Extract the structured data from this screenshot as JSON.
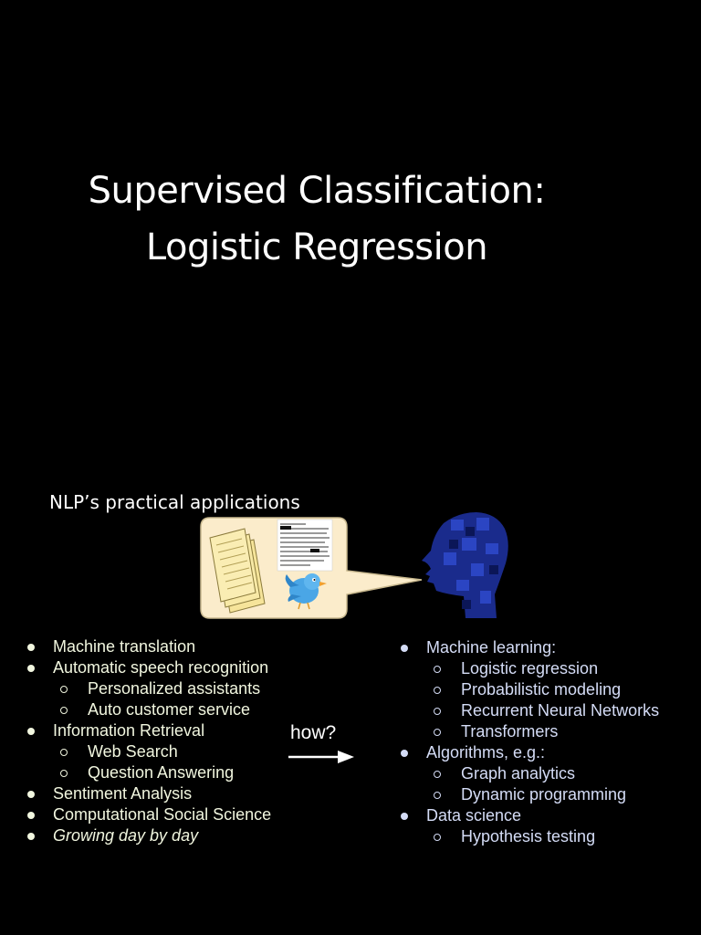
{
  "slide": {
    "title_line1": "Supervised Classification:",
    "title_line2": "Logistic Regression",
    "subtitle": "NLP’s practical applications",
    "how_label": "how?",
    "left_list": [
      {
        "level": 1,
        "text": "Machine translation"
      },
      {
        "level": 1,
        "text": "Automatic speech recognition"
      },
      {
        "level": 2,
        "text": "Personalized assistants"
      },
      {
        "level": 2,
        "text": "Auto customer service"
      },
      {
        "level": 1,
        "text": "Information Retrieval"
      },
      {
        "level": 2,
        "text": "Web Search"
      },
      {
        "level": 2,
        "text": "Question Answering"
      },
      {
        "level": 1,
        "text": "Sentiment Analysis"
      },
      {
        "level": 1,
        "text": "Computational Social Science"
      },
      {
        "level": 1,
        "text": "Growing day by day",
        "italic": true
      }
    ],
    "right_list": [
      {
        "level": 1,
        "text": "Machine learning:"
      },
      {
        "level": 2,
        "text": "Logistic regression"
      },
      {
        "level": 2,
        "text": "Probabilistic modeling"
      },
      {
        "level": 2,
        "text": "Recurrent Neural Networks"
      },
      {
        "level": 2,
        "text": "Transformers"
      },
      {
        "level": 1,
        "text": "Algorithms, e.g.:"
      },
      {
        "level": 2,
        "text": "Graph analytics"
      },
      {
        "level": 2,
        "text": "Dynamic programming"
      },
      {
        "level": 1,
        "text": "Data science"
      },
      {
        "level": 2,
        "text": "Hypothesis testing"
      }
    ],
    "icons": [
      "documents-icon",
      "handwritten-note-icon",
      "twitter-bird-icon",
      "puzzle-head-icon",
      "arrow-right-icon"
    ],
    "colors": {
      "background": "#000000",
      "left_text": "#f1f6df",
      "right_text": "#d4dcf6",
      "bubble": "#fbeccb",
      "head": "#1a2b8c"
    }
  }
}
